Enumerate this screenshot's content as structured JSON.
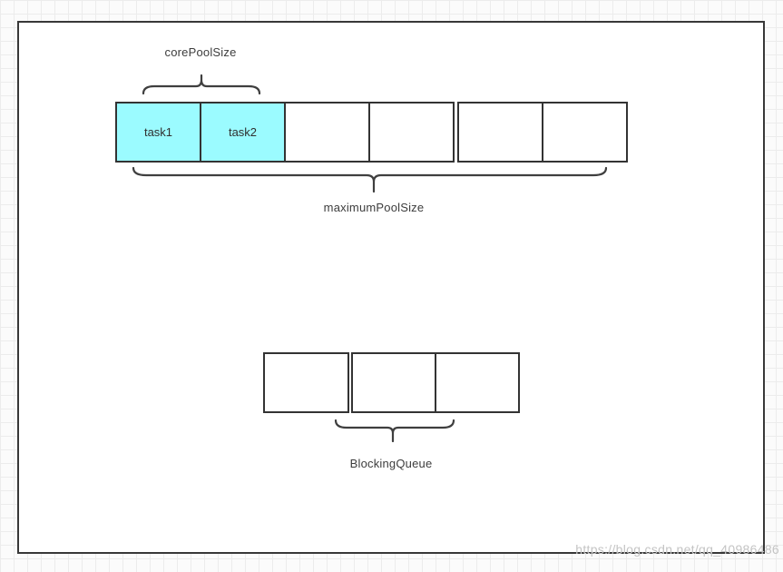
{
  "labels": {
    "core_pool_size": "corePoolSize",
    "maximum_pool_size": "maximumPoolSize",
    "blocking_queue": "BlockingQueue"
  },
  "pool_cells": [
    {
      "label": "task1",
      "filled": true
    },
    {
      "label": "task2",
      "filled": true
    },
    {
      "label": "",
      "filled": false
    },
    {
      "label": "",
      "filled": false
    },
    {
      "label": "",
      "filled": false
    },
    {
      "label": "",
      "filled": false
    }
  ],
  "queue_cells": [
    {
      "label": ""
    },
    {
      "label": ""
    },
    {
      "label": ""
    }
  ],
  "watermark": "https://blog.csdn.net/qq_40986486",
  "colors": {
    "task_fill": "#9bfbff",
    "box_border": "#333333",
    "brace_stroke": "#3f3f3f",
    "label_text": "#3d3d3d",
    "watermark_text": "#c4c4c4",
    "grid_line": "#ececec",
    "board_bg": "#ffffff",
    "canvas_bg": "#fbfbfb"
  }
}
